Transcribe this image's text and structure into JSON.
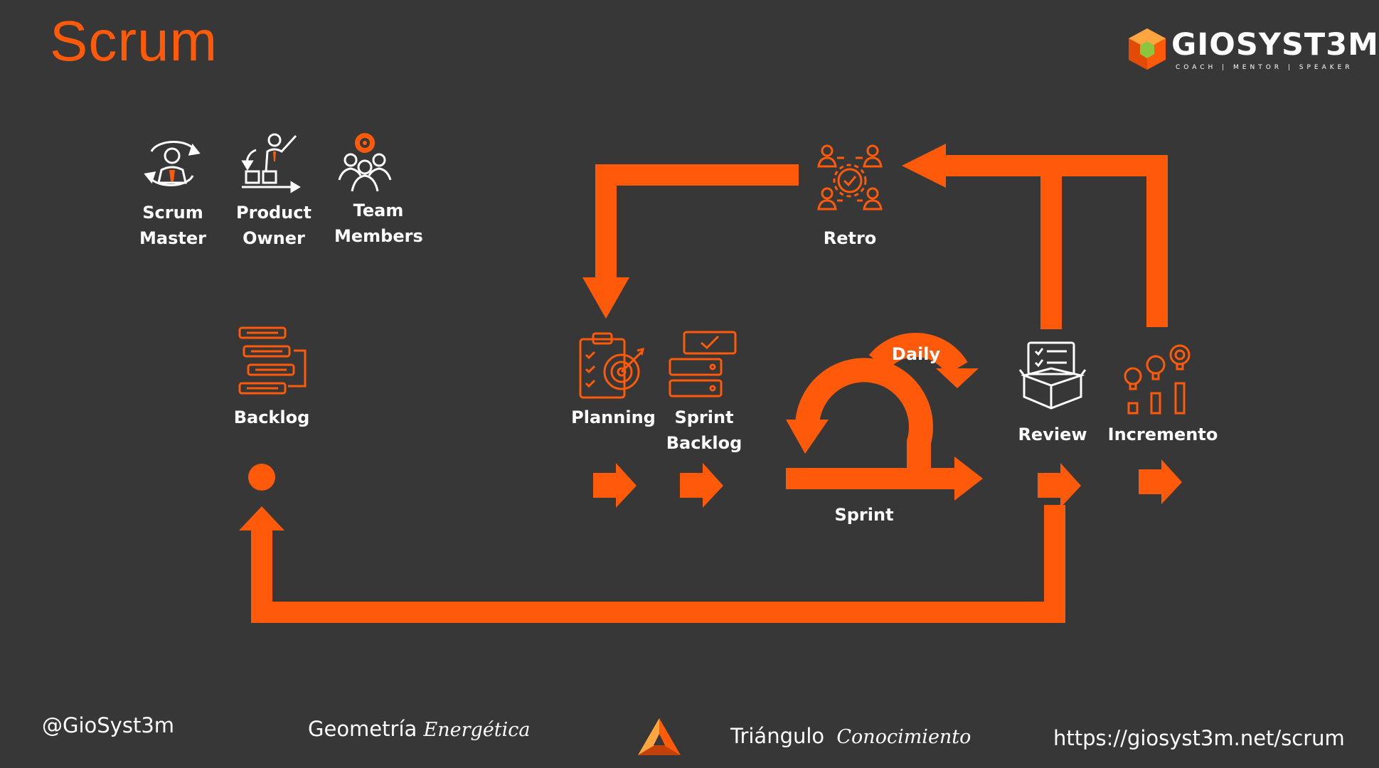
{
  "title": "Scrum",
  "brand": {
    "name": "GIOSYST3M",
    "tagline": "COACH | MENTOR | SPEAKER"
  },
  "roles": [
    {
      "line1": "Scrum",
      "line2": "Master",
      "icon": "scrum-master-icon"
    },
    {
      "line1": "Product",
      "line2": "Owner",
      "icon": "product-owner-icon"
    },
    {
      "line1": "Team",
      "line2": "Members",
      "icon": "team-members-icon"
    }
  ],
  "nodes": {
    "backlog": "Backlog",
    "planning": "Planning",
    "sprint_backlog": {
      "line1": "Sprint",
      "line2": "Backlog"
    },
    "daily": "Daily",
    "sprint": "Sprint",
    "review": "Review",
    "incremento": "Incremento",
    "retro": "Retro"
  },
  "footer": {
    "handle": "@GioSyst3m",
    "geometria": "Geometría",
    "energetica": "Energética",
    "triangulo": "Triángulo",
    "conocimiento": "Conocimiento",
    "url": "https://giosyst3m.net/scrum"
  },
  "colors": {
    "background": "#373737",
    "accent": "#ff5a0a",
    "text": "#ffffff"
  }
}
